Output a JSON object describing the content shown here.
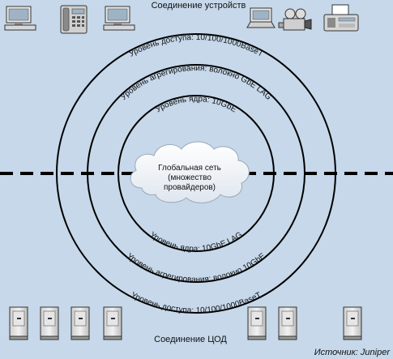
{
  "top_label": "Соединение устройств",
  "bottom_label": "Соединение ЦОД",
  "source": "Источник: Juniper",
  "cloud_label_lines": [
    "Глобальная сеть",
    "(множество",
    "провайдеров)"
  ],
  "rings": {
    "access_top": "Уровень доступа: 10/100/1000BaseT",
    "aggregation_top": "Уровень агрегирования: волокно GbE LAG",
    "core_top": "Уровень ядра: 10GbE",
    "core_bottom": "Уровень ядра: 10GbE LAG",
    "aggregation_bottom": "Уровень агрегирования: волокно 10GbE",
    "access_bottom": "Уровень доступа: 10/100/1000BaseT"
  },
  "icons": {
    "top": [
      "desktop-computer-icon",
      "phone-icon",
      "desktop-computer-icon",
      "laptop-icon",
      "video-camera-icon",
      "fax-icon"
    ],
    "bottom": [
      "server-icon",
      "server-icon",
      "server-icon",
      "server-icon",
      "server-icon",
      "server-icon",
      "server-icon"
    ]
  },
  "colors": {
    "background": "#c6d8ea",
    "line": "#000000",
    "cloud": "#f4f6fa"
  }
}
